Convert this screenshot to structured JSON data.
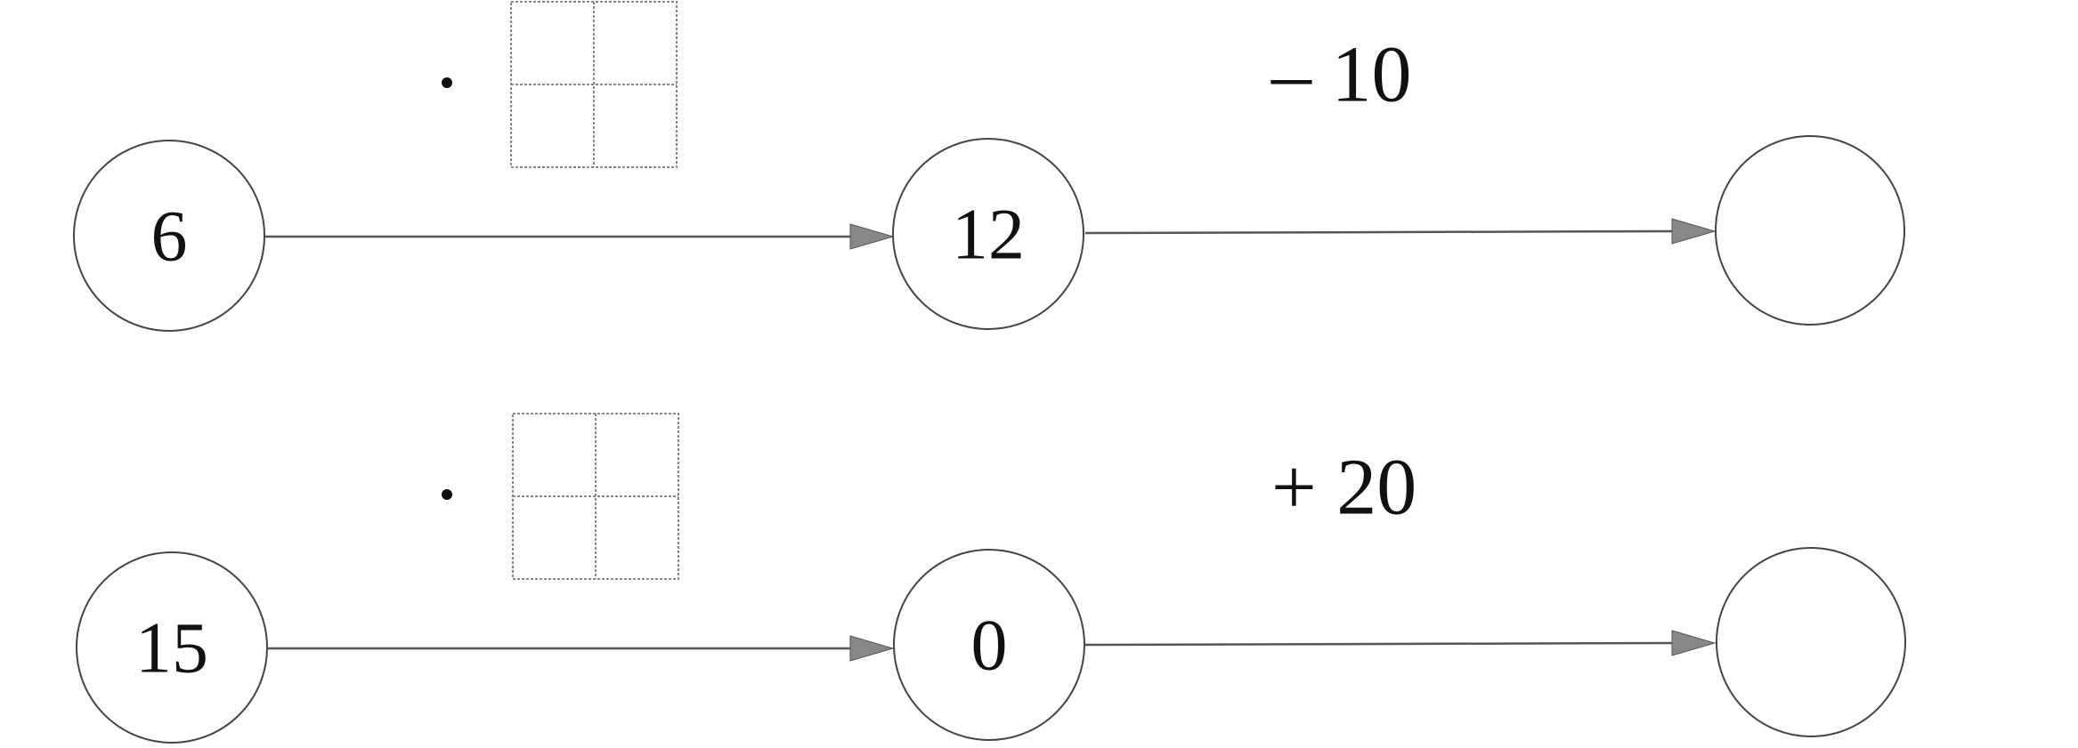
{
  "rows": [
    {
      "start": "6",
      "middle": "12",
      "end": "",
      "first_operator": "·",
      "second_operation": "– 10"
    },
    {
      "start": "15",
      "middle": "0",
      "end": "",
      "first_operator": "·",
      "second_operation": "+ 20"
    }
  ]
}
